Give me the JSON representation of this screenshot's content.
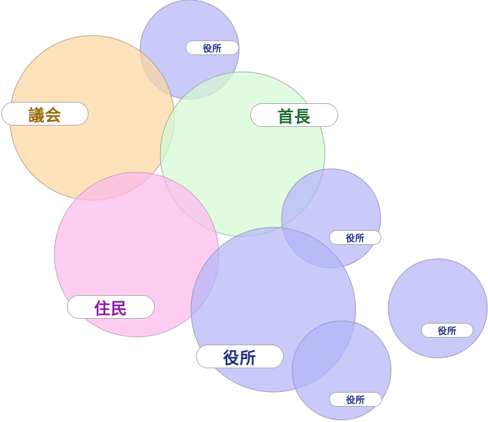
{
  "nodes": {
    "gikai": {
      "label": "議会",
      "fill": "#fbd79f",
      "text_color": "#9a6b12"
    },
    "shucho": {
      "label": "首長",
      "fill": "#d4fad4",
      "text_color": "#1a6a2e"
    },
    "jumin": {
      "label": "住民",
      "fill": "#fbbaec",
      "text_color": "#8a1aa0"
    },
    "yakusho_main": {
      "label": "役所",
      "fill": "#b4b4f8",
      "text_color": "#1c2e86"
    },
    "yakusho_top": {
      "label": "役所",
      "fill": "#b4b4f8",
      "text_color": "#1c2e86"
    },
    "yakusho_mid_right": {
      "label": "役所",
      "fill": "#b4b4f8",
      "text_color": "#1c2e86"
    },
    "yakusho_far_right": {
      "label": "役所",
      "fill": "#b4b4f8",
      "text_color": "#1c2e86"
    },
    "yakusho_bottom": {
      "label": "役所",
      "fill": "#b4b4f8",
      "text_color": "#1c2e86"
    }
  }
}
